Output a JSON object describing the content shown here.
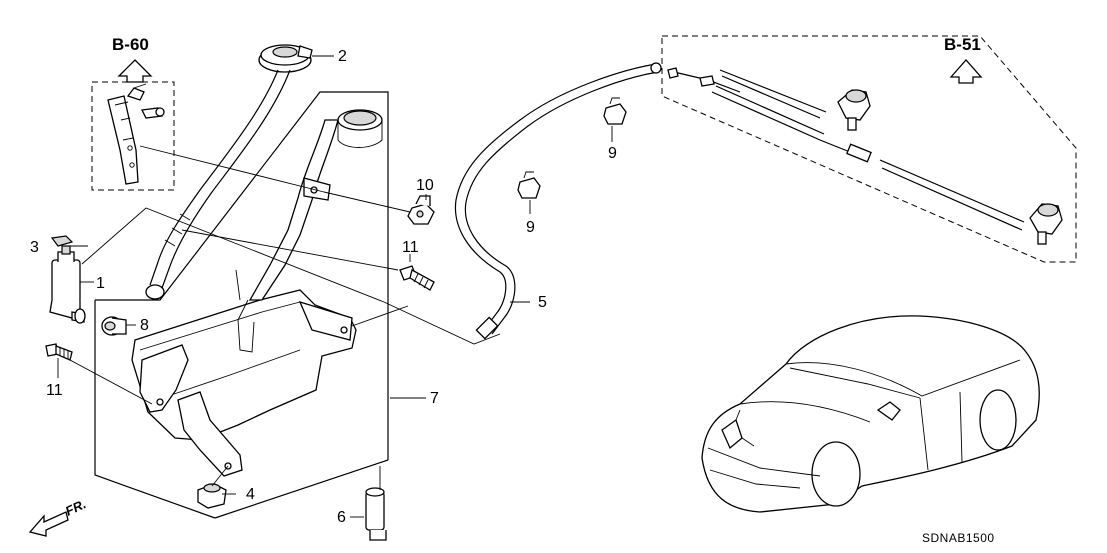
{
  "refs": {
    "left": "B-60",
    "right": "B-51"
  },
  "callouts": {
    "p1": "1",
    "p2": "2",
    "p3": "3",
    "p4": "4",
    "p5": "5",
    "p6": "6",
    "p7": "7",
    "p8": "8",
    "p9a": "9",
    "p9b": "9",
    "p10": "10",
    "p11a": "11",
    "p11b": "11"
  },
  "direction": "FR.",
  "diagram_code": "SDNAB1500"
}
